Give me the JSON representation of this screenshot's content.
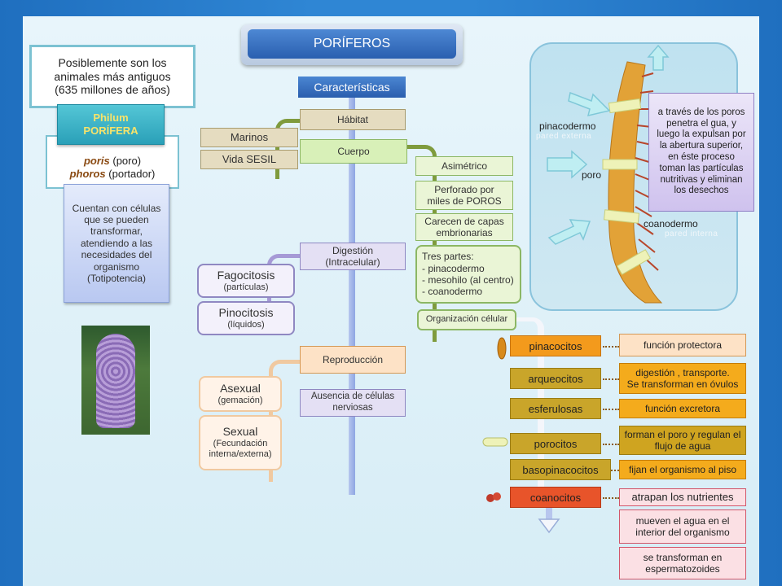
{
  "title": "PORÍFEROS",
  "intro": "Posiblemente son los\nanimales más antiguos\n(635 millones de años)",
  "phylum": "Philum\nPORÍFERA",
  "etymology": [
    {
      "term": "poris",
      "meaning": " (poro)"
    },
    {
      "term": "phoros",
      "meaning": " (portador)"
    }
  ],
  "totipotencia": "Cuentan con células\nque se pueden\ntransformar,\natendiendo a las\nnecesidades del\norganismo\n(Totipotencia)",
  "caracteristicas": "Características",
  "habitat": {
    "label": "Hábitat",
    "items": [
      "Marinos",
      "Vida  SESIL"
    ]
  },
  "cuerpo": {
    "label": "Cuerpo",
    "items": [
      "Asimétrico",
      "Perforado por\nmiles de POROS",
      "Carecen de capas\nembrionarias",
      "Tres partes:\n- pinacodermo\n- mesohilo (al centro)\n- coanodermo",
      "Organización célular"
    ]
  },
  "digestion": {
    "label": "Digestión\n(Intracelular)",
    "items": [
      {
        "title": "Fagocitosis",
        "sub": "(partículas)"
      },
      {
        "title": "Pinocitosis",
        "sub": "(líquidos)"
      }
    ]
  },
  "reproduccion": {
    "label": "Reproducción",
    "items": [
      {
        "title": "Asexual",
        "sub": "(gemación)"
      },
      {
        "title": "Sexual",
        "sub": "(Fecundación\ninterna/externa)"
      }
    ]
  },
  "nervios": "Ausencia de células\nnerviosas",
  "illustration": {
    "description": "a través de los poros\npenetra el gua, y\nluego la expulsan por\nla abertura superior,\nen éste proceso\ntoman las partículas\nnutritivas y  eliminan\nlos desechos",
    "pinacodermo": "pinacodermo",
    "pared_externa": "pared  externa",
    "poro": "poro",
    "coanodermo": "coanodermo",
    "pared_interna": "pared  interna"
  },
  "cells": [
    {
      "name": "pinacocitos",
      "color": "#f39a1c",
      "functions": [
        "función protectora"
      ]
    },
    {
      "name": "arqueocitos",
      "color": "#c9a52a",
      "functions": [
        "digestión , transporte.\nSe transforman en óvulos"
      ]
    },
    {
      "name": "esferulosas",
      "color": "#c9a52a",
      "functions": [
        "función excretora"
      ]
    },
    {
      "name": "porocitos",
      "color": "#c9a52a",
      "functions": [
        "forman el poro y regulan el\nflujo de agua"
      ]
    },
    {
      "name": "basopinacocitos",
      "color": "#c9a52a",
      "functions": [
        "fijan el organismo al piso"
      ]
    },
    {
      "name": "coanocitos",
      "color": "#e8542a",
      "functions": [
        "atrapan los nutrientes",
        "mueven el agua en el\ninterior del organismo",
        "se transforman en\nespermatozoides"
      ]
    }
  ],
  "colors": {
    "title_bg": "#2a5fb0",
    "phylum_bg": "#2aa0b8",
    "cell_gold": "#c9a52a",
    "cell_orange": "#f39a1c",
    "cell_red": "#e8542a"
  }
}
